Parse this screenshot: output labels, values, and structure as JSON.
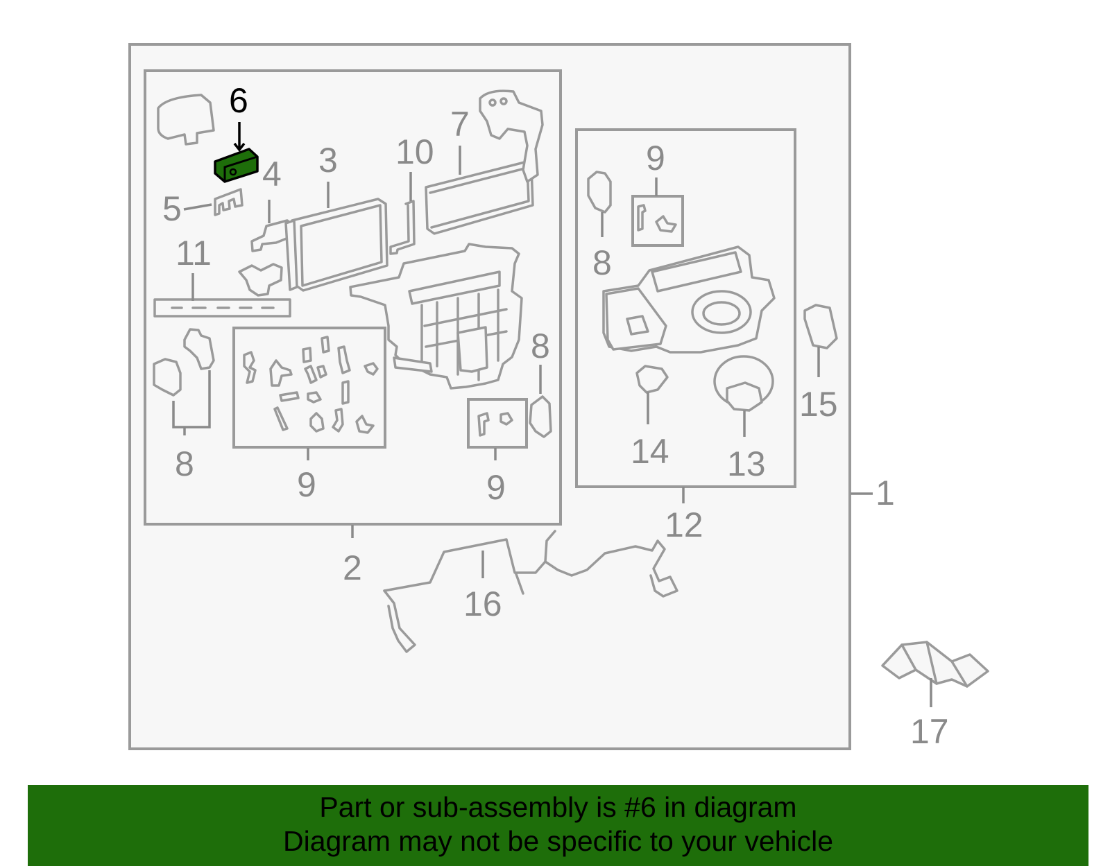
{
  "diagram": {
    "callouts": {
      "c1": "1",
      "c2": "2",
      "c3": "3",
      "c4": "4",
      "c5": "5",
      "c6": "6",
      "c7": "7",
      "c8a": "8",
      "c8b": "8",
      "c8c": "8",
      "c9a": "9",
      "c9b": "9",
      "c9c": "9",
      "c10": "10",
      "c11": "11",
      "c12": "12",
      "c13": "13",
      "c14": "14",
      "c15": "15",
      "c16": "16",
      "c17": "17"
    },
    "highlight_part": "6",
    "colors": {
      "highlight": "#1e6e0a",
      "line": "#9a9a9a",
      "text": "#8a8a8a",
      "banner": "#1e6e0a"
    }
  },
  "banner": {
    "line1": "Part or sub-assembly is #6 in diagram",
    "line2": "Diagram may not be specific to your vehicle"
  }
}
